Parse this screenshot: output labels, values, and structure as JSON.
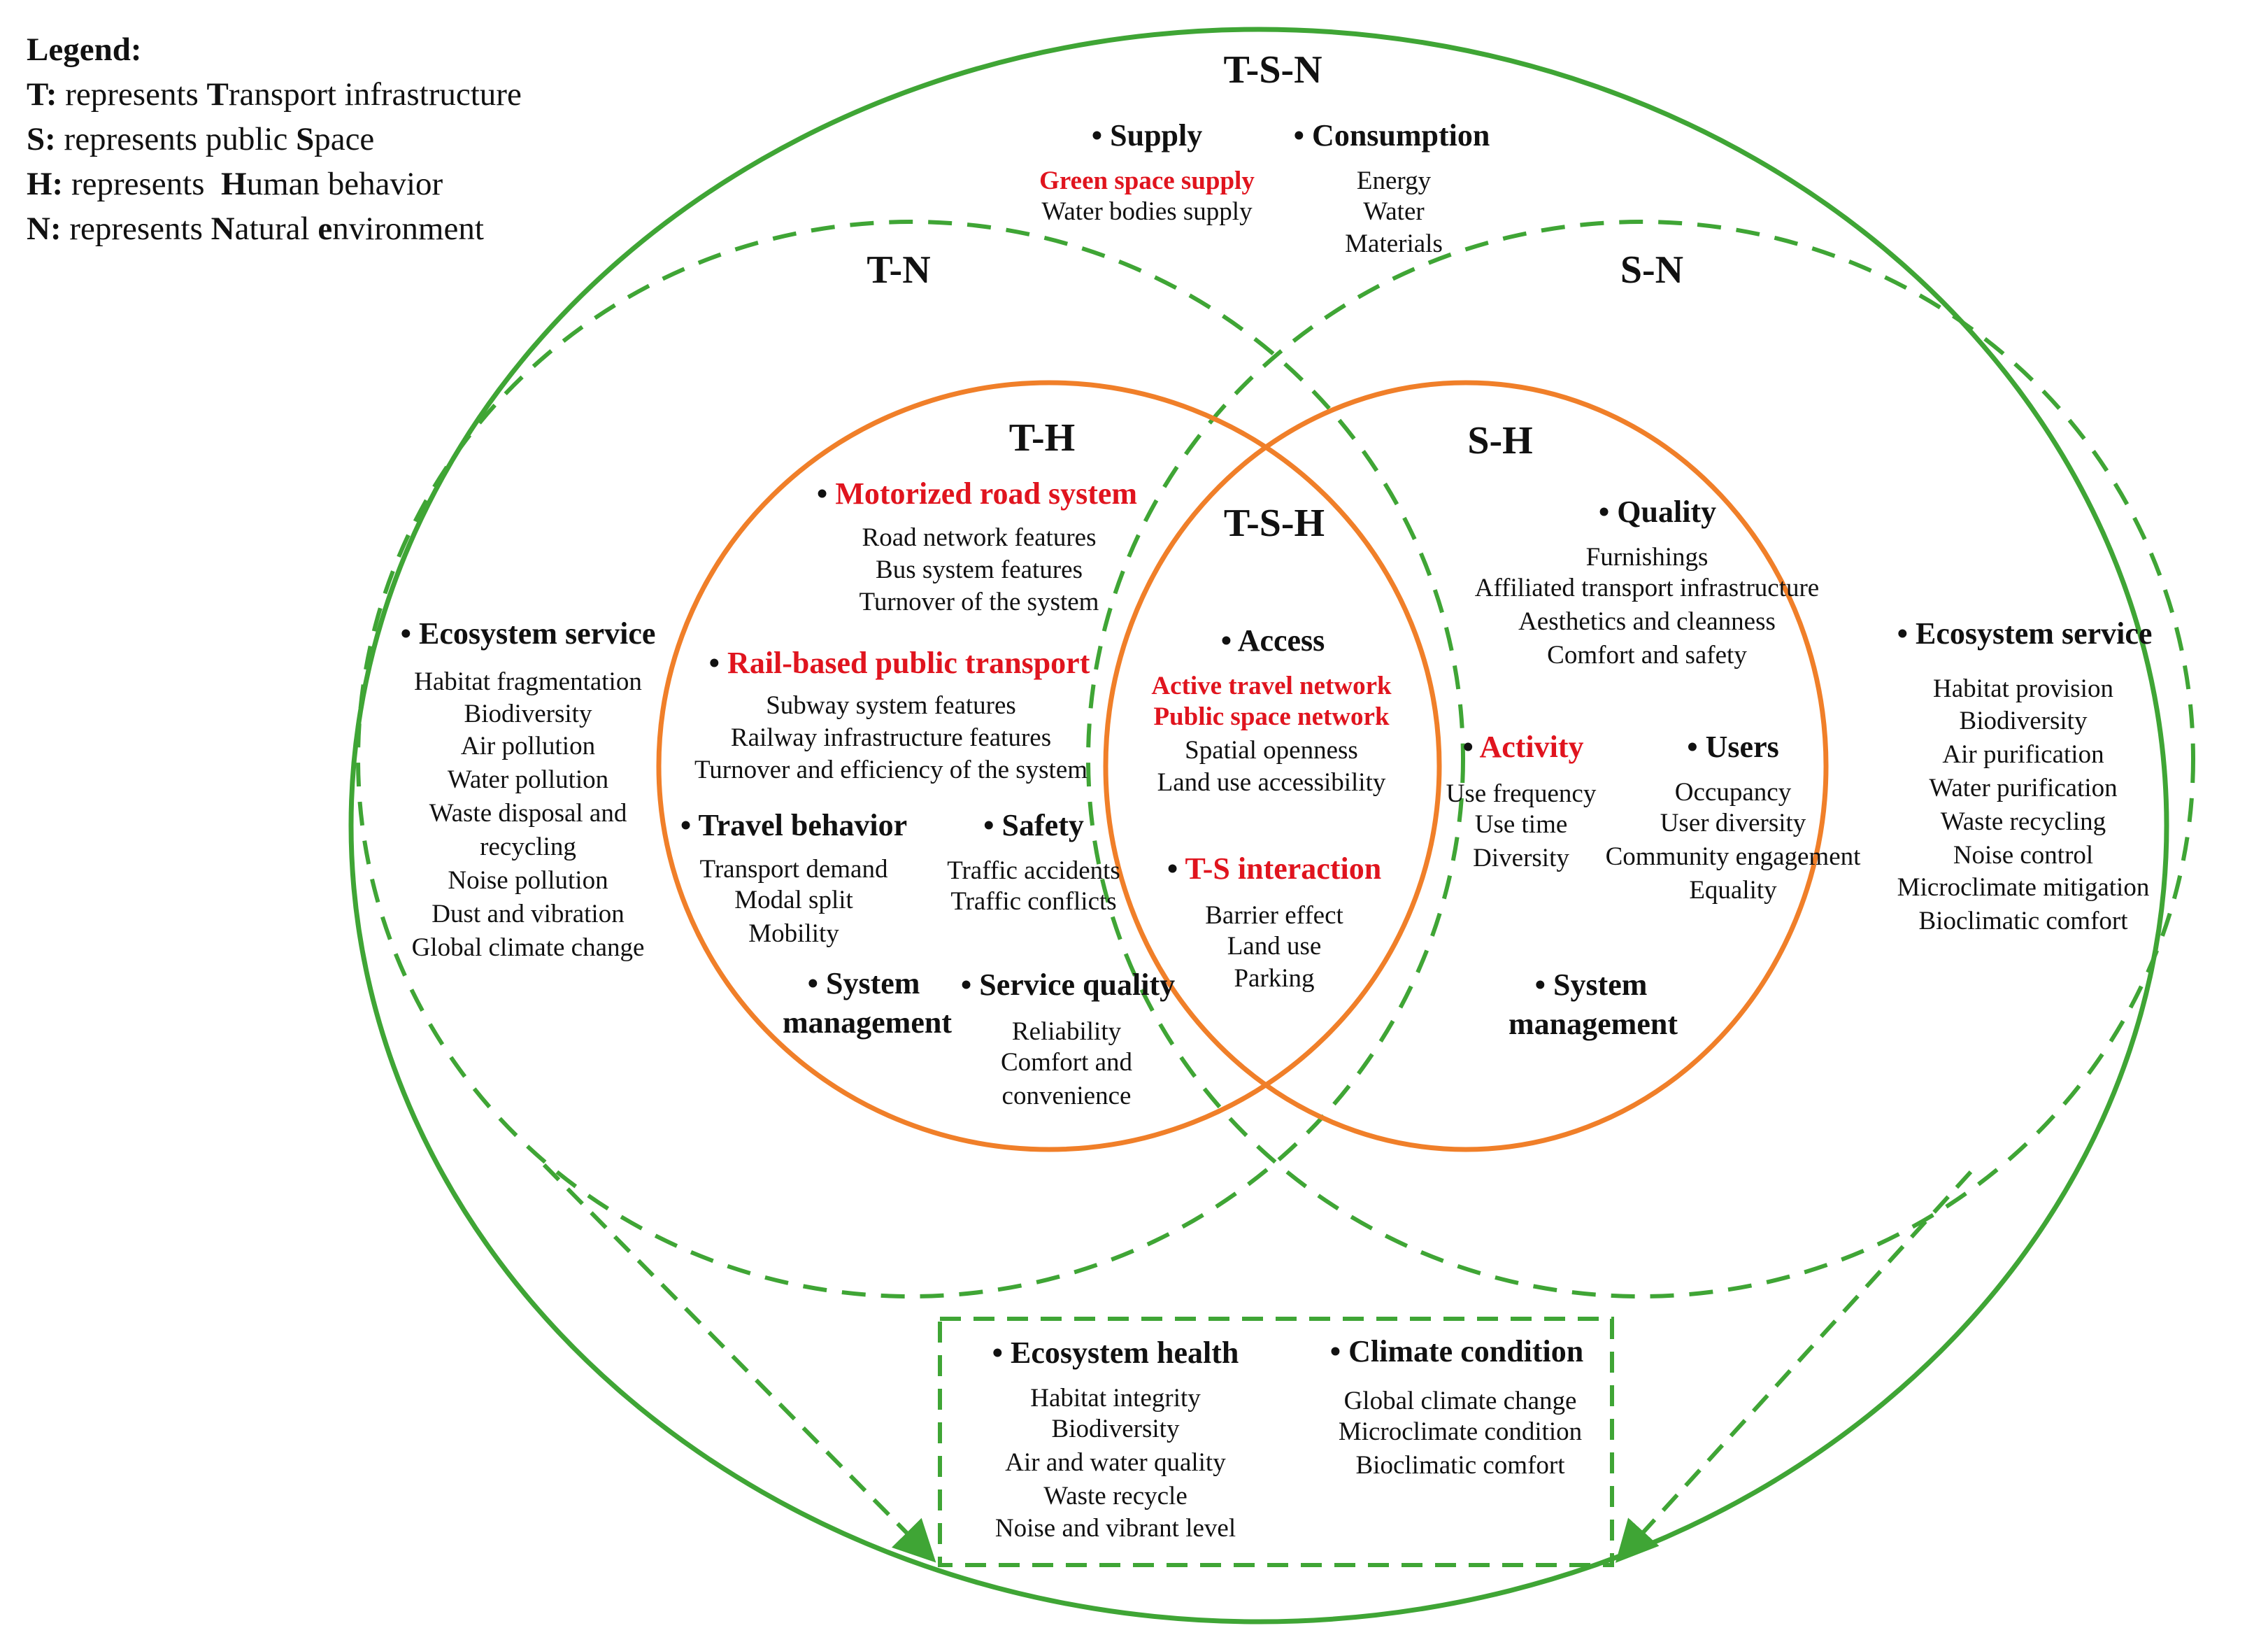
{
  "legend": {
    "title": "Legend:",
    "lines": [
      {
        "key": "T:",
        "pre": " represents ",
        "bold": "T",
        "post": "ransport infrastructure"
      },
      {
        "key": "S:",
        "pre": " represents public ",
        "bold": "S",
        "post": "pace"
      },
      {
        "key": "H:",
        "pre": " represents  ",
        "bold": "H",
        "post": "uman behavior"
      },
      {
        "key": "N:",
        "pre": " represents ",
        "bold": "N",
        "post": "atural ",
        "bold2": "e",
        "post2": "nvironment"
      }
    ]
  },
  "colors": {
    "green": "#3fa535",
    "orange": "#f07f29",
    "red": "#e0141e",
    "text": "#111111"
  },
  "regions": {
    "tsn": {
      "label": "T-S-N",
      "supply": {
        "title": "Supply",
        "items": [
          "Green space supply",
          "Water bodies supply"
        ],
        "highlight": [
          "Green space supply"
        ]
      },
      "consumption": {
        "title": "Consumption",
        "items": [
          "Energy",
          "Water",
          "Materials"
        ]
      }
    },
    "tn": {
      "label": "T-N",
      "ecosystem": {
        "title": "Ecosystem service",
        "items": [
          "Habitat fragmentation",
          "Biodiversity",
          "Air pollution",
          "Water pollution",
          "Waste disposal and",
          "recycling",
          "Noise pollution",
          "Dust and vibration",
          "Global climate change"
        ]
      }
    },
    "sn": {
      "label": "S-N",
      "ecosystem": {
        "title": "Ecosystem service",
        "items": [
          "Habitat provision",
          "Biodiversity",
          "Air purification",
          "Water purification",
          "Waste recycling",
          "Noise control",
          "Microclimate mitigation",
          "Bioclimatic comfort"
        ]
      }
    },
    "th": {
      "label": "T-H",
      "motorized": {
        "title": "Motorized road system",
        "items": [
          "Road network features",
          "Bus system features",
          "Turnover of the system"
        ]
      },
      "rail": {
        "title": "Rail-based public transport",
        "items": [
          "Subway system features",
          "Railway infrastructure features",
          "Turnover and efficiency of the system"
        ]
      },
      "travel": {
        "title": "Travel behavior",
        "items": [
          "Transport demand",
          "Modal split",
          "Mobility"
        ]
      },
      "safety": {
        "title": "Safety",
        "items": [
          "Traffic accidents",
          "Traffic conflicts"
        ]
      },
      "sysmgmt": {
        "title": "System",
        "title2": "management"
      },
      "service": {
        "title": "Service quality",
        "items": [
          "Reliability",
          "Comfort and",
          "convenience"
        ]
      }
    },
    "tsh": {
      "label": "T-S-H",
      "access": {
        "title": "Access",
        "red_items": [
          "Active travel network",
          "Public space network"
        ],
        "items": [
          "Spatial openness",
          "Land use accessibility"
        ]
      },
      "interaction": {
        "title": "T-S interaction",
        "items": [
          "Barrier effect",
          "Land use",
          "Parking"
        ]
      }
    },
    "sh": {
      "label": "S-H",
      "quality": {
        "title": "Quality",
        "items": [
          "Furnishings",
          "Affiliated transport infrastructure",
          "Aesthetics and cleanness",
          "Comfort and safety"
        ]
      },
      "activity": {
        "title": "Activity",
        "items": [
          "Use frequency",
          "Use time",
          "Diversity"
        ]
      },
      "users": {
        "title": "Users",
        "items": [
          "Occupancy",
          "User diversity",
          "Community engagement",
          "Equality"
        ]
      },
      "sysmgmt": {
        "title": "System",
        "title2": "management"
      }
    },
    "outcome": {
      "ecohealth": {
        "title": "Ecosystem health",
        "items": [
          "Habitat integrity",
          "Biodiversity",
          "Air and water quality",
          "Waste recycle",
          "Noise and vibrant level"
        ]
      },
      "climate": {
        "title": "Climate condition",
        "items": [
          "Global climate change",
          "Microclimate condition",
          "Bioclimatic comfort"
        ]
      }
    }
  }
}
